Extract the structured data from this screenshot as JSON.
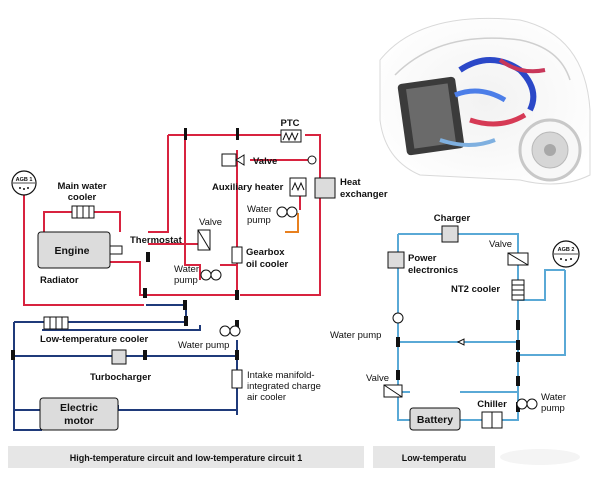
{
  "circuit1": {
    "agb": "AGB 1",
    "main_cooler_l1": "Main water",
    "main_cooler_l2": "cooler",
    "engine": "Engine",
    "radiator": "Radiator",
    "thermostat": "Thermostat",
    "valve_small": "Valve",
    "valve": "Valve",
    "water_pump_l1": "Water",
    "water_pump_l2": "pump",
    "ptc": "PTC",
    "aux_heater": "Auxiliary heater",
    "water_pump2_l1": "Water",
    "water_pump2_l2": "pump",
    "heat_ex_l1": "Heat",
    "heat_ex_l2": "exchanger",
    "gearbox_l1": "Gearbox",
    "gearbox_l2": "oil cooler",
    "lt_cooler": "Low-temperature cooler",
    "water_pump3": "Water pump",
    "turbo": "Turbocharger",
    "intake_l1": "Intake manifold-",
    "intake_l2": "integrated charge",
    "intake_l3": "air cooler",
    "motor_l1": "Electric",
    "motor_l2": "motor",
    "caption": "High-temperature circuit and low-temperature circuit 1"
  },
  "circuit2": {
    "charger": "Charger",
    "valve": "Valve",
    "agb": "AGB 2",
    "power_l1": "Power",
    "power_l2": "electronics",
    "nt2": "NT2 cooler",
    "water_pump": "Water pump",
    "valve2": "Valve",
    "chiller": "Chiller",
    "battery": "Battery",
    "water_pump2_l1": "Water",
    "water_pump2_l2": "pump",
    "caption": "Low-temperatu"
  },
  "colors": {
    "hot": "#d8233f",
    "lt1": "#1f3a7a",
    "lt2": "#5aa9d6",
    "aux": "#e8801f"
  }
}
